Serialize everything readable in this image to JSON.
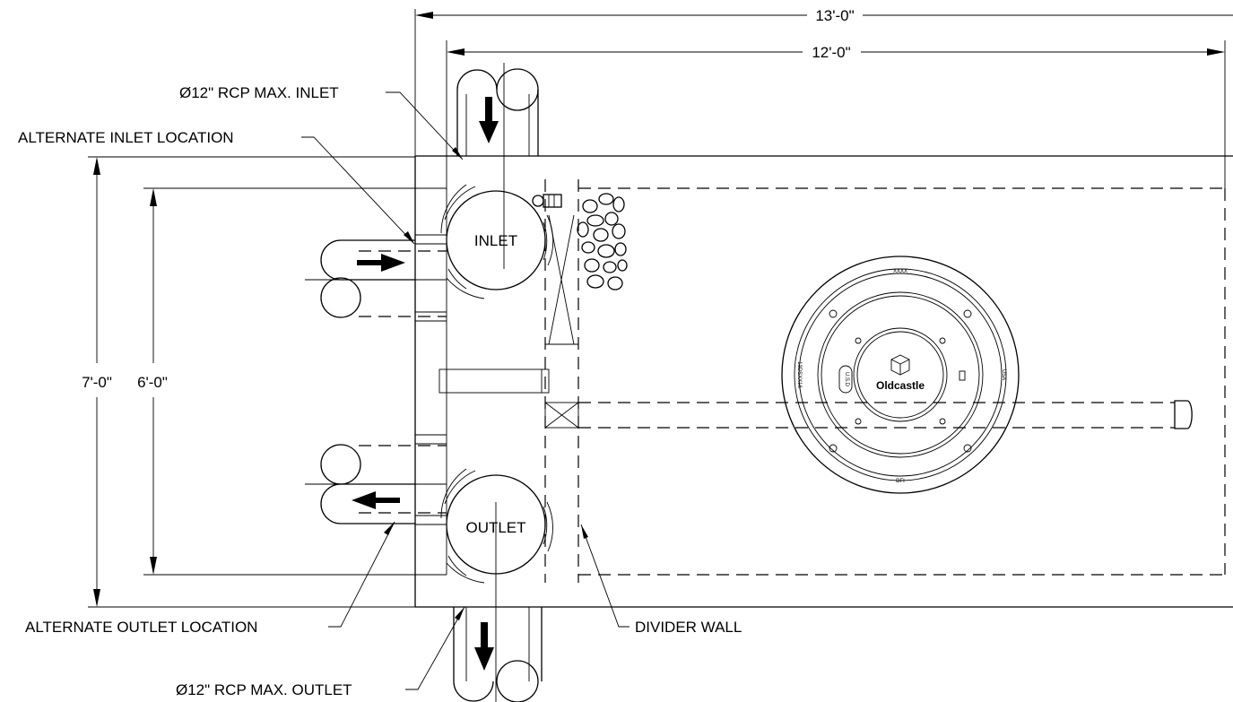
{
  "dimensions": {
    "overall_length": "13'-0\"",
    "inner_length": "12'-0\"",
    "overall_width": "7'-0\"",
    "inner_width": "6'-0\""
  },
  "callouts": {
    "max_inlet": "Ø12\" RCP MAX. INLET",
    "alternate_inlet": "ALTERNATE INLET LOCATION",
    "alternate_outlet": "ALTERNATE OUTLET LOCATION",
    "max_outlet": "Ø12\" RCP MAX. OUTLET",
    "divider_wall": "DIVIDER WALL"
  },
  "chambers": {
    "inlet": "INLET",
    "outlet": "OUTLET"
  },
  "cover": {
    "brand": "Oldcastle",
    "top_mark": "XXXX",
    "bottom_mark": "DFI",
    "left_mark": "13DSXX16",
    "right_mark": "USA",
    "badge": "U.S.D"
  }
}
